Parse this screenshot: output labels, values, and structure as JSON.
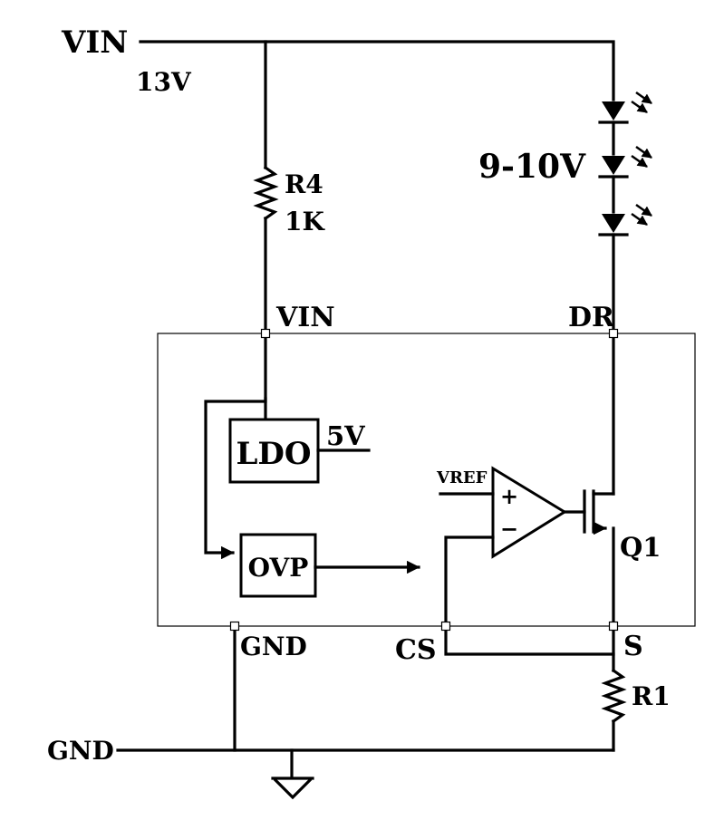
{
  "labels": {
    "vin_in": "VIN",
    "vin_voltage": "13V",
    "led_voltage": "9-10V",
    "r4_name": "R4",
    "r4_value": "1K",
    "pin_vin": "VIN",
    "pin_dr": "DR",
    "ldo": "LDO",
    "ldo_out": "5V",
    "vref": "VREF",
    "plus": "+",
    "minus": "−",
    "q1": "Q1",
    "ovp": "OVP",
    "pin_gnd": "GND",
    "pin_cs": "CS",
    "pin_s": "S",
    "r1_name": "R1",
    "gnd_in": "GND"
  },
  "colors": {
    "ink": "#000000",
    "background": "#ffffff"
  },
  "icons": [
    "led-icon",
    "resistor-icon",
    "op-amp-icon",
    "mosfet-icon",
    "ground-icon",
    "arrow-icon"
  ]
}
